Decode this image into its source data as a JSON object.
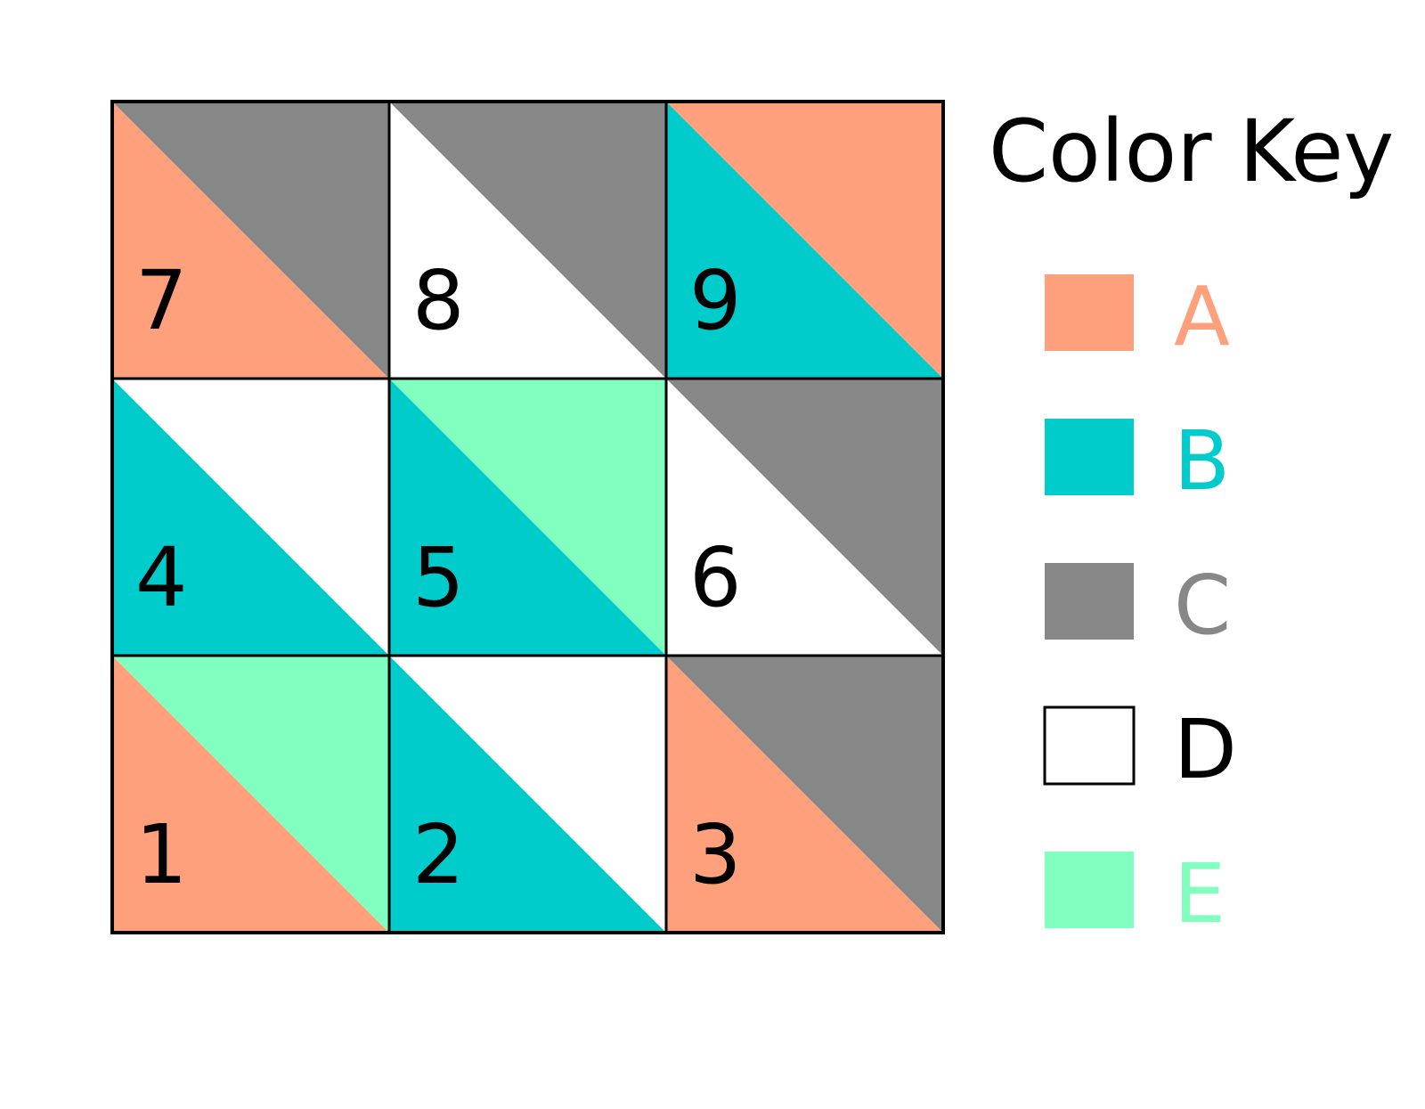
{
  "colors": {
    "A": "#ffa07c",
    "B": "#00cccc",
    "C": "#878787",
    "D": "#ffffff",
    "E": "#80ffbf",
    "outline": "#000000"
  },
  "quilt": {
    "rows": [
      [
        {
          "number": "7",
          "lower": "A",
          "upper": "C"
        },
        {
          "number": "8",
          "lower": "D",
          "upper": "C"
        },
        {
          "number": "9",
          "lower": "B",
          "upper": "A"
        }
      ],
      [
        {
          "number": "4",
          "lower": "B",
          "upper": "D"
        },
        {
          "number": "5",
          "lower": "B",
          "upper": "E"
        },
        {
          "number": "6",
          "lower": "D",
          "upper": "C"
        }
      ],
      [
        {
          "number": "1",
          "lower": "A",
          "upper": "E"
        },
        {
          "number": "2",
          "lower": "B",
          "upper": "D"
        },
        {
          "number": "3",
          "lower": "A",
          "upper": "C"
        }
      ]
    ]
  },
  "color_key": {
    "title": "Color Key",
    "items": [
      {
        "letter": "A",
        "color_key": "A"
      },
      {
        "letter": "B",
        "color_key": "B"
      },
      {
        "letter": "C",
        "color_key": "C"
      },
      {
        "letter": "D",
        "color_key": "D"
      },
      {
        "letter": "E",
        "color_key": "E"
      }
    ]
  }
}
